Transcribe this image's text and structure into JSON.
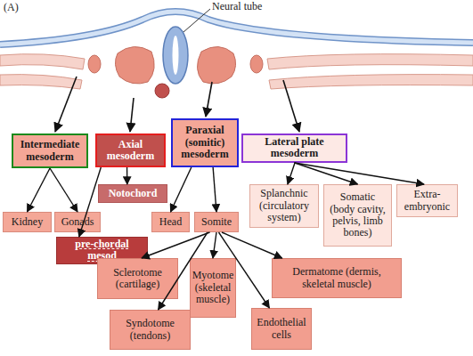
{
  "diagram": {
    "nodes": [
      {
        "text": [
          "Intermediate mesoderm"
        ]
      },
      {
        "text": [
          "Axial mesoderm"
        ]
      },
      {
        "text": [
          "Paraxial (somitic) mesoderm"
        ]
      },
      {
        "text": [
          "Lateral plate mesoderm"
        ]
      },
      {
        "text": [
          "Notochord"
        ]
      },
      {
        "text": [
          "Kidney"
        ]
      },
      {
        "text": [
          "Gonads"
        ]
      },
      {
        "text": [
          "Head"
        ]
      },
      {
        "text": [
          "Somite"
        ]
      },
      {
        "text": [
          "Splanchnic (circulatory system)"
        ]
      },
      {
        "text": [
          "Somatic (body cavity, pelvis, limb bones)"
        ]
      },
      {
        "text": [
          "Extra-embryonic"
        ]
      },
      {
        "text": [
          "pre-chordal mesod"
        ]
      },
      {
        "text": [
          "Sclerotome (cartilage)"
        ]
      },
      {
        "text": [
          "Myotome (skeletal muscle)"
        ]
      },
      {
        "text": [
          "Dermatome (dermis, skeletal muscle)"
        ]
      },
      {
        "text": [
          "Syndotome (tendons)"
        ]
      },
      {
        "text": [
          "Endothelial cells"
        ]
      }
    ],
    "edges": [
      {
        "from": 0,
        "to": 5,
        "arrow": "to"
      },
      {
        "from": 0,
        "to": 6,
        "arrow": "to"
      },
      {
        "from": 1,
        "to": 4,
        "arrow": "to"
      },
      {
        "from": 1,
        "to": 12,
        "arrow": "to"
      },
      {
        "from": 2,
        "to": 7,
        "arrow": "to"
      },
      {
        "from": 2,
        "to": 8,
        "arrow": "to"
      },
      {
        "from": 3,
        "to": 9,
        "arrow": "to"
      },
      {
        "from": 3,
        "to": 10,
        "arrow": "to"
      },
      {
        "from": 3,
        "to": 11,
        "arrow": "to"
      },
      {
        "from": 8,
        "to": 13,
        "arrow": "to"
      },
      {
        "from": 8,
        "to": 14,
        "arrow": "to"
      },
      {
        "from": 8,
        "to": 15,
        "arrow": "to"
      },
      {
        "from": 8,
        "to": 16,
        "arrow": "to"
      },
      {
        "from": 8,
        "to": 17,
        "arrow": "to"
      }
    ],
    "labels": [
      "(A)",
      "Neural tube"
    ]
  }
}
